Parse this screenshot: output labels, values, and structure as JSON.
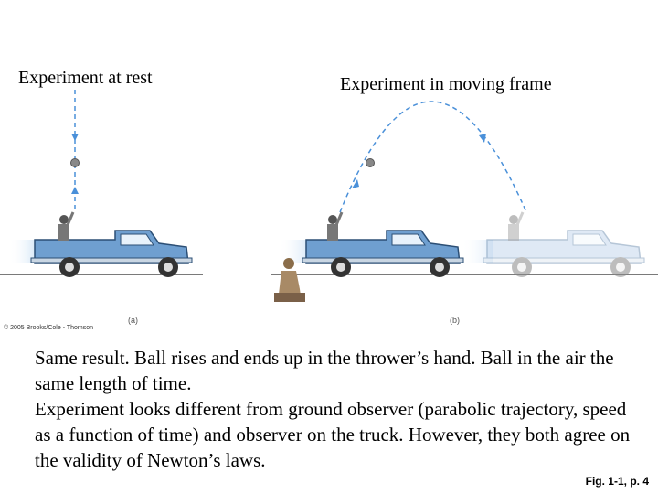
{
  "labels": {
    "at_rest": "Experiment at rest",
    "moving": "Experiment in moving frame",
    "panel_a": "(a)",
    "panel_b": "(b)",
    "copyright": "© 2005 Brooks/Cole - Thomson"
  },
  "body": {
    "line1": "Same result. Ball rises and ends up in the thrower’s hand. Ball in the air the same length of time.",
    "line2": "Experiment looks different from ground observer (parabolic trajectory, speed as a function of time) and observer on the truck. However, they both agree on the validity of Newton’s laws."
  },
  "caption": "Fig. 1-1, p. 4",
  "colors": {
    "truck": "#6f9fd0",
    "truck_faded": "#c5d8ee",
    "trajectory": "#4a90d9",
    "ground": "#7a7a7a",
    "motion_blur": "#d6e8f8"
  }
}
